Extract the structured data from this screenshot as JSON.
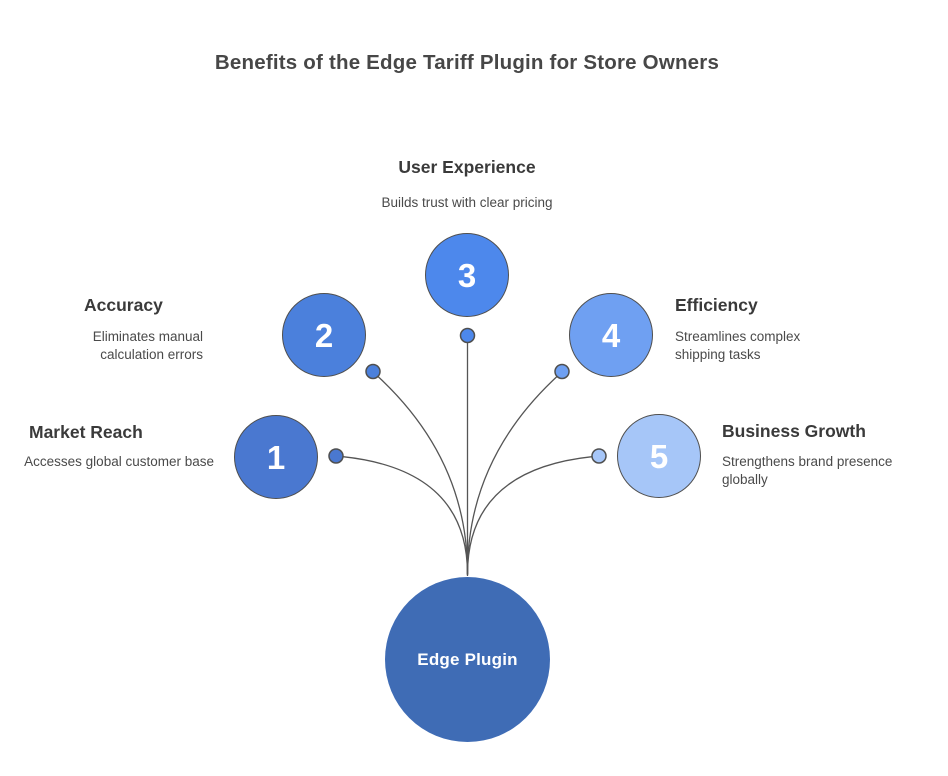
{
  "title": "Benefits of the Edge Tariff Plugin for Store Owners",
  "center": {
    "label": "Edge Plugin",
    "color": "#3f6cb5"
  },
  "nodes": [
    {
      "number": "1",
      "title": "Market Reach",
      "desc": "Accesses global customer base",
      "color": "#4a78d0"
    },
    {
      "number": "2",
      "title": "Accuracy",
      "desc": "Eliminates manual calculation errors",
      "color": "#4b80dc"
    },
    {
      "number": "3",
      "title": "User Experience",
      "desc": "Builds trust with clear pricing",
      "color": "#4d88ec"
    },
    {
      "number": "4",
      "title": "Efficiency",
      "desc": "Streamlines complex shipping tasks",
      "color": "#6fa0f2"
    },
    {
      "number": "5",
      "title": "Business Growth",
      "desc": "Strengthens brand presence globally",
      "color": "#a6c6f8"
    }
  ],
  "diagram": {
    "line_color": "#555555",
    "border_color": "#4f4f4f"
  }
}
